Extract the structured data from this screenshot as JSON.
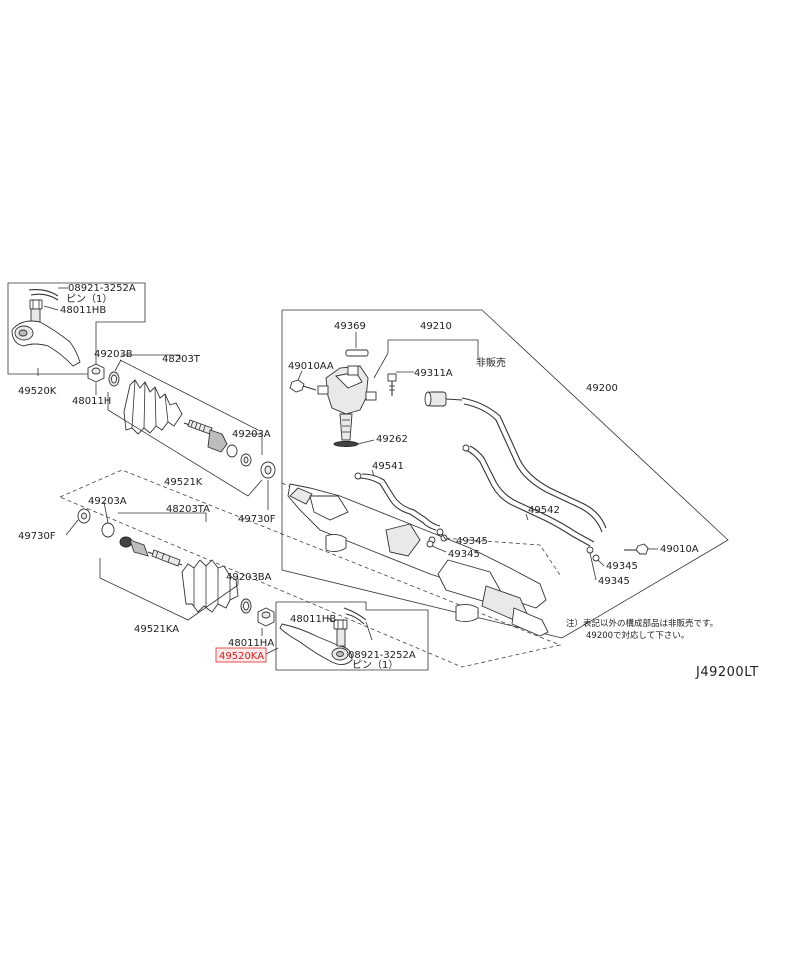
{
  "diagram_code": "J49200LT",
  "colors": {
    "line": "#333333",
    "highlight_fill": "#fde8e8",
    "highlight_stroke": "#e05050",
    "highlight_text": "#cc2222"
  },
  "labels": {
    "outer_pin_left": "08921-3252A",
    "pin_left": "ピン（1）",
    "nut_left_top": "48011HB",
    "tie_rod_end_left": "49520K",
    "nut_left": "48011H",
    "clamp_left": "49203B",
    "boot_kit_left": "48203T",
    "clamp_left_small": "49203A",
    "inner_socket_left": "49521K",
    "washer_left": "49730F",
    "clamp_right_small": "49203A",
    "boot_kit_right": "48203TA",
    "washer_right": "49730F",
    "clamp_right": "49203BA",
    "inner_socket_right": "49521KA",
    "nut_right": "48011HA",
    "tie_rod_end_right": "49520KA",
    "nut_right_top": "48011HB",
    "outer_pin_right": "08921-3252A",
    "pin_right": "ピン（1）",
    "gear_seal": "49369",
    "valve_bolt": "49010AA",
    "gear_housing_kit": "49210",
    "not_sold": "非販売",
    "bolt_screw": "49311A",
    "o_ring": "49262",
    "tube_a": "49541",
    "tube_b": "49542",
    "gear_assy": "49200",
    "o_ring_a": "49345",
    "o_ring_b": "49345",
    "o_ring_c": "49345",
    "o_ring_d": "49345",
    "bolt_right": "49010A"
  },
  "note": {
    "line1": "注）表記以外の構成部品は非販売です。",
    "line2": "49200で対応して下さい。"
  }
}
